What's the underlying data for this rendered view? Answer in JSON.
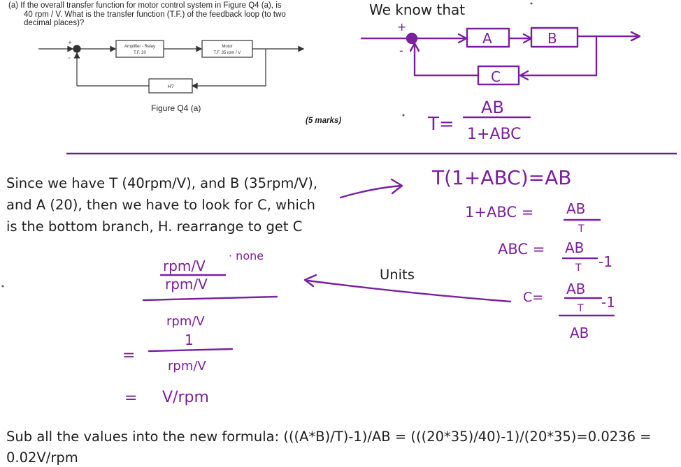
{
  "question": {
    "line1": "(a) If the overall transfer function for motor control system in Figure Q4 (a), is",
    "line2": "40 rpm / V.  What is the transfer function (T.F.) of the feedback loop (to two",
    "line3": "decimal places)?",
    "figure_caption": "Figure Q4 (a)",
    "marks": "(5 marks)"
  },
  "figure": {
    "block1_line1": "Amplifier - Relay",
    "block1_line2": "T.F. 20",
    "block2_line1": "Motor",
    "block2_line2": "T.F. 35 rpm / V",
    "feedback_block": "H?",
    "plus_sign": "+",
    "minus_sign": "-"
  },
  "notes": {
    "heading": "We know that",
    "block_a": "A",
    "block_b": "B",
    "block_c": "C",
    "sum_plus": "+",
    "sum_minus": "-",
    "formula_lhs": "T=",
    "formula_num": "AB",
    "formula_den": "1+ABC",
    "explanation_line1": "Since we have T (40rpm/V), and B (35rpm/V),",
    "explanation_line2": "and A (20), then we have to look for C, which",
    "explanation_line3": "is the bottom branch, H. rearrange to get C",
    "step1": "T(1+ABC)=AB",
    "step2_lhs": "1+ABC =",
    "step2_num": "AB",
    "step2_den": "T",
    "step3_lhs": "ABC =",
    "step3_num": "AB",
    "step3_den": "T",
    "step3_tail": "-1",
    "step4_lhs": "C=",
    "step4_num": "AB",
    "step4_den": "T",
    "step4_tail": "-1",
    "step4_bottom": "AB",
    "units_label": "Units",
    "units_num1": "rpm/V",
    "units_none": "· none",
    "units_den1": "rpm/V",
    "units_den2": "rpm/V",
    "units_eq1": "=",
    "units_one": "1",
    "units_den3": "rpm/V",
    "units_eq2": "=",
    "units_result": "V/rpm",
    "final_line1": "Sub all the values into the new formula: (((A*B)/T)-1)/AB = (((20*35)/40)-1)/(20*35)=0.0236 =",
    "final_line2": "0.02V/rpm"
  },
  "colors": {
    "ink": "#7a1f9e",
    "divider": "#5a2a8a",
    "text": "#1e1e1e"
  }
}
